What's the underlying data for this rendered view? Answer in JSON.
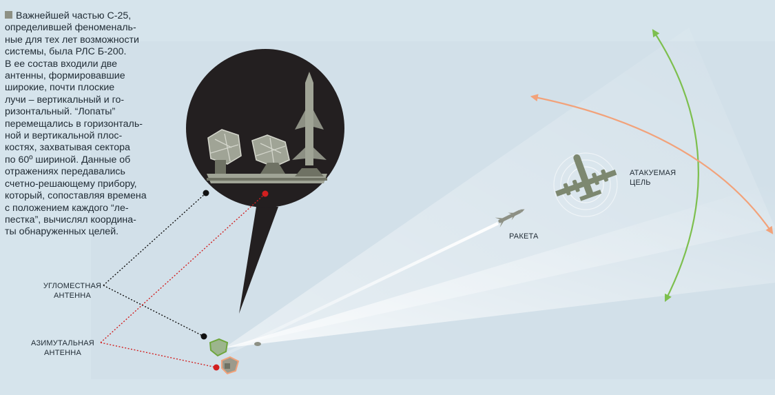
{
  "description": {
    "lines": [
      "Важнейшей частью С-25,",
      "определившей феноменаль-",
      "ные для тех лет возможности",
      "системы, была РЛС Б-200.",
      "В ее состав входили две",
      "антенны, формировавшие",
      "широкие, почти плоские",
      "лучи – вертикальный и го-",
      "ризонтальный. “Лопаты”",
      "перемещались в горизонталь-",
      "ной и вертикальной плос-",
      "костях, захватывая сектора",
      "по 60º шириной. Данные об",
      "отражениях передавались",
      "счетно-решающему прибору,",
      "который, сопоставляя времена",
      "с положением каждого “ле-",
      "пестка”, вычислял координа-",
      "ты обнаруженных целей."
    ]
  },
  "labels": {
    "elevation_antenna": [
      "УГЛОМЕСТНАЯ",
      "АНТЕННА"
    ],
    "azimuth_antenna": [
      "АЗИМУТАЛЬНАЯ",
      "АНТЕННА"
    ],
    "missile": "РАКЕТА",
    "target": [
      "АТАКУЕМАЯ",
      "ЦЕЛЬ"
    ]
  },
  "colors": {
    "background": "#d6e4ec",
    "scan_arrow_vertical": "#7dbf4e",
    "scan_arrow_horizontal": "#f2a27a",
    "elevation_link": "#111111",
    "azimuth_link": "#d21f1f",
    "callout_bg": "#231f20",
    "equipment": "#8d9084"
  },
  "icons": [
    "radar-antenna-icon",
    "missile-icon",
    "aircraft-icon"
  ]
}
